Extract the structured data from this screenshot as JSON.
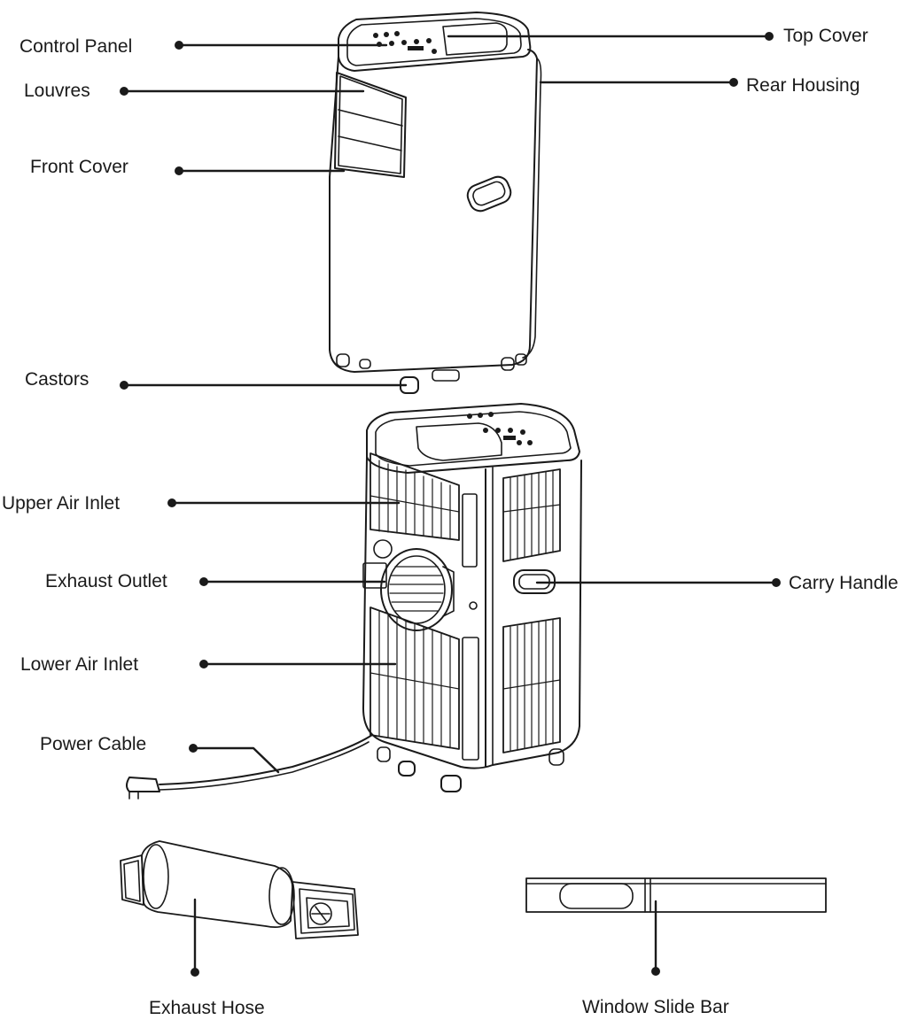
{
  "labels": {
    "control_panel": "Control Panel",
    "louvres": "Louvres",
    "front_cover": "Front Cover",
    "castors": "Castors",
    "top_cover": "Top Cover",
    "rear_housing": "Rear Housing",
    "upper_air_inlet": "Upper Air Inlet",
    "exhaust_outlet": "Exhaust Outlet",
    "lower_air_inlet": "Lower Air Inlet",
    "power_cable": "Power Cable",
    "carry_handle": "Carry Handle",
    "exhaust_hose": "Exhaust Hose",
    "window_slide_bar": "Window Slide Bar"
  }
}
